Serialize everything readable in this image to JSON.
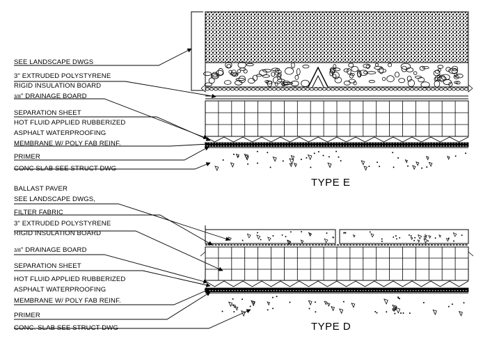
{
  "type_e": {
    "title": "TYPE E",
    "labels": {
      "landscape": "SEE LANDSCAPE DWGS",
      "insulation_1": "3\" EXTRUDED POLYSTYRENE",
      "insulation_2": "RIGID INSULATION BOARD",
      "drainage_frac": "3/8",
      "drainage": "\" DRAINAGE BOARD",
      "separation": "SEPARATION SHEET",
      "membrane_1": "HOT FLUID APPLIED RUBBERIZED",
      "membrane_2": "ASPHALT WATERPROOFING",
      "membrane_3": "MEMBRANE W/ POLY FAB REINF.",
      "primer": "PRIMER",
      "slab": "CONC SLAB SEE STRUCT DWG"
    }
  },
  "type_d": {
    "title": "TYPE D",
    "labels": {
      "paver_1": "BALLAST PAVER",
      "paver_2": "SEE LANDSCAPE DWGS,",
      "filter": "FILTER FABRIC",
      "insulation_1": "3\" EXTRUDED POLYSTYRENE",
      "insulation_2": "RIGID INSULATION BOARD",
      "drainage_frac": "3/8",
      "drainage": "\" DRAINAGE BOARD",
      "separation": "SEPARATION SHEET",
      "membrane_1": "HOT FLUID APPLIED RUBBERIZED",
      "membrane_2": "ASPHALT WATERPROOFING",
      "membrane_3": "MEMBRANE W/ POLY FAB REINF.",
      "primer": "PRIMER",
      "slab": "CONC. SLAB SEE STRUCT DWG"
    }
  }
}
